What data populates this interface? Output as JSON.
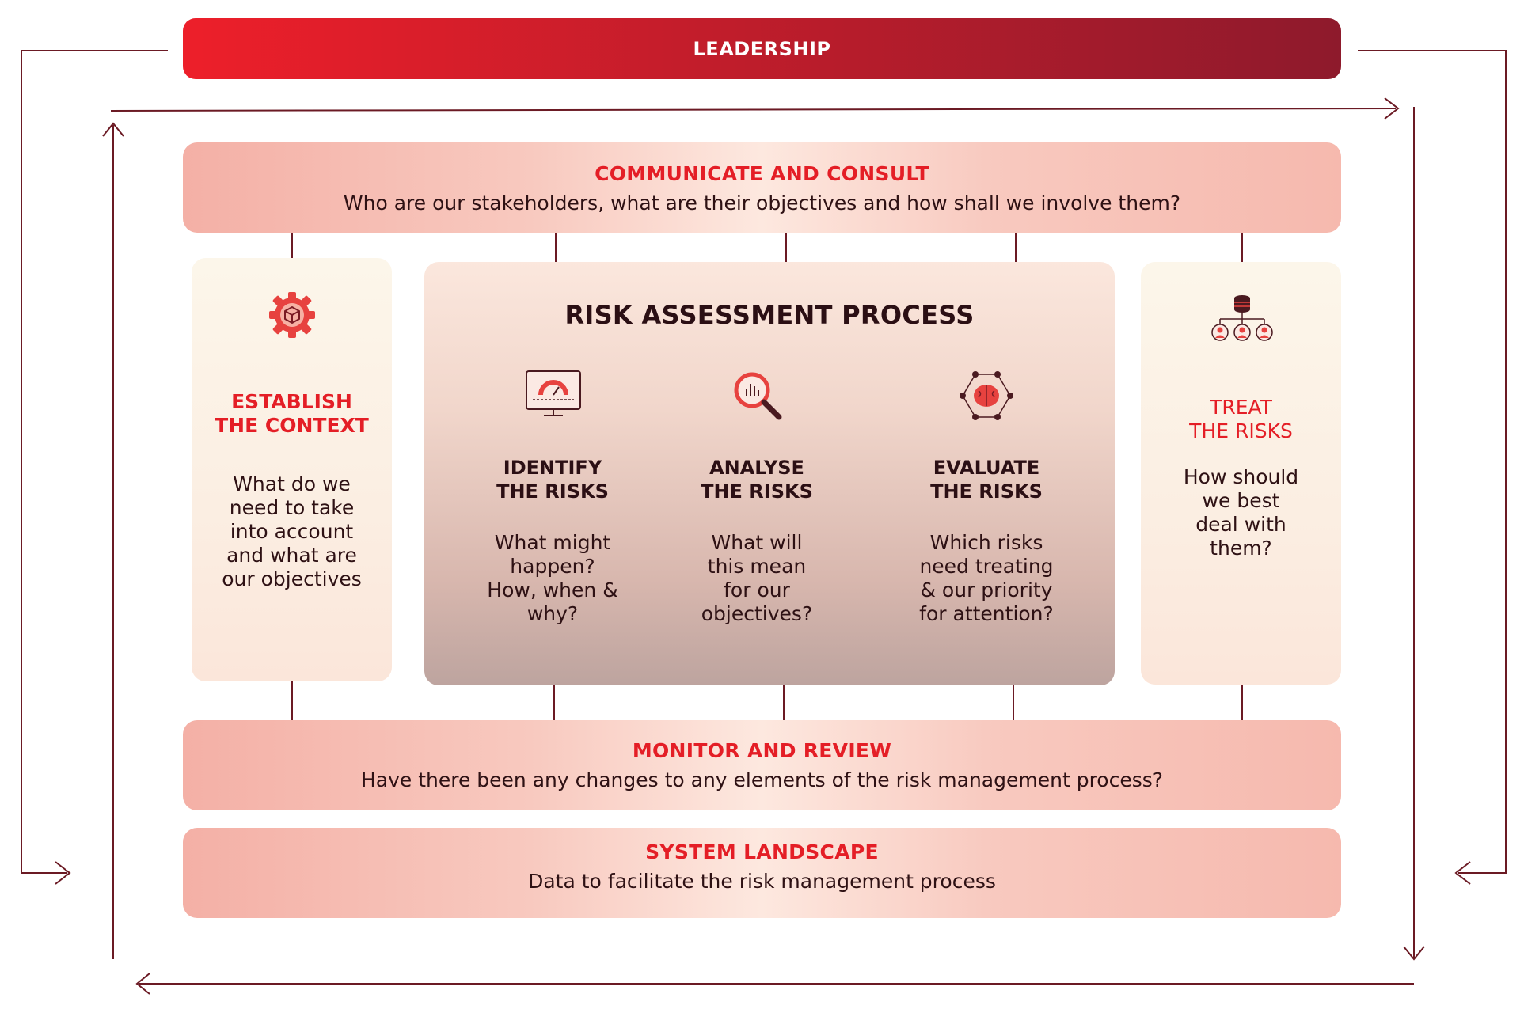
{
  "leadership": {
    "label": "LEADERSHIP"
  },
  "communicate": {
    "title": "COMMUNICATE AND CONSULT",
    "text": "Who are our stakeholders, what are their objectives and how shall we involve them?"
  },
  "establish": {
    "title": "ESTABLISH\nTHE CONTEXT",
    "text": "What do we\nneed to take\ninto account\nand what are\nour objectives",
    "icon": "gear-cube-icon"
  },
  "risk_assessment": {
    "title": "RISK ASSESSMENT PROCESS",
    "steps": [
      {
        "title": "IDENTIFY\nTHE RISKS",
        "text": "What might\nhappen?\nHow, when &\nwhy?",
        "icon": "gauge-monitor-icon"
      },
      {
        "title": "ANALYSE\nTHE RISKS",
        "text": "What will\nthis mean\nfor our\nobjectives?",
        "icon": "magnifier-chart-icon"
      },
      {
        "title": "EVALUATE\nTHE RISKS",
        "text": "Which risks\nneed treating\n& our priority\nfor attention?",
        "icon": "brain-network-icon"
      }
    ]
  },
  "treat": {
    "title": "TREAT\nTHE RISKS",
    "text": "How should\nwe best\ndeal with\nthem?",
    "icon": "database-people-icon"
  },
  "monitor": {
    "title": "MONITOR AND REVIEW",
    "text": "Have there been any changes to any elements of the risk management process?"
  },
  "system": {
    "title": "SYSTEM LANDSCAPE",
    "text": "Data to facilitate the risk management process"
  },
  "colors": {
    "accent_red": "#e41e26",
    "dark_text": "#2b0f14",
    "leadership_gradient_start": "#ed1f2a",
    "leadership_gradient_end": "#8e1a2c",
    "line": "#6b1a24"
  }
}
